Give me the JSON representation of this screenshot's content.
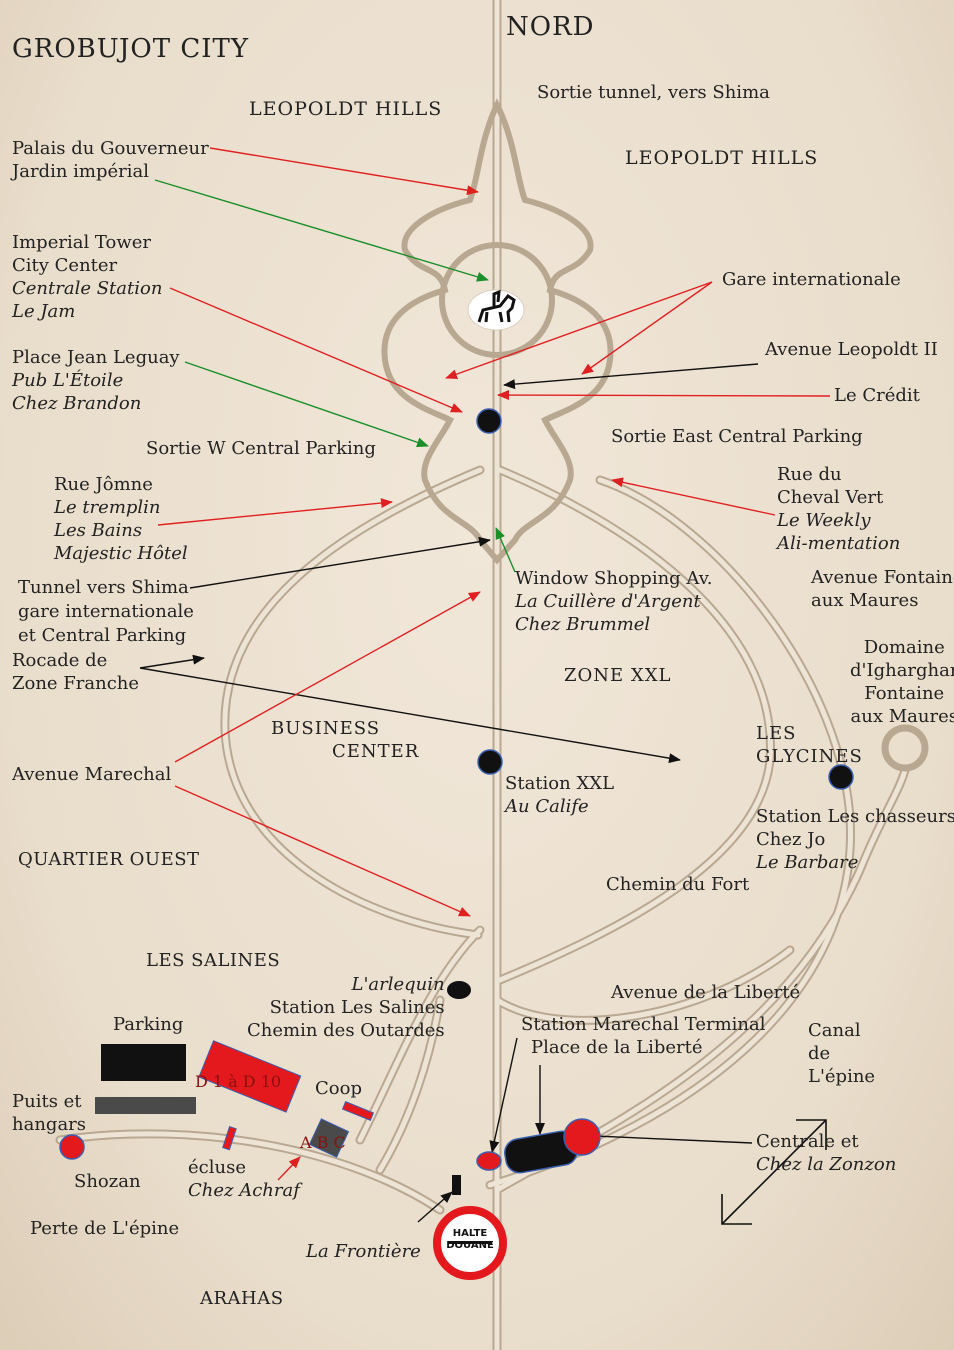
{
  "map": {
    "title": "GROBUJOT CITY",
    "compass": "NORD",
    "districts": {
      "leopoldt_w": "LEOPOLDT HILLS",
      "leopoldt_e": "LEOPOLDT HILLS",
      "business_1": "BUSINESS",
      "business_2": "CENTER",
      "zone_xxl": "ZONE XXL",
      "glycines_1": "LES",
      "glycines_2": "GLYCINES",
      "quartier_ouest": "QUARTIER OUEST",
      "les_salines": "LES SALINES",
      "arahas": "ARAHAS"
    },
    "labels": {
      "sortie_tunnel": "Sortie tunnel, vers Shima",
      "palais": [
        "Palais du Gouverneur",
        "Jardin impérial"
      ],
      "imperial": [
        "Imperial Tower",
        "City Center",
        "Centrale Station",
        "Le Jam"
      ],
      "place_leguay": [
        "Place Jean Leguay",
        "Pub L'Étoile",
        "Chez Brandon"
      ],
      "sortie_w": "Sortie W Central Parking",
      "sortie_e": "Sortie East Central Parking",
      "gare_int": "Gare internationale",
      "av_leopoldt": "Avenue Leopoldt II",
      "le_credit": "Le Crédit",
      "rue_jomne": [
        "Rue Jômne",
        "Le tremplin",
        "Les Bains",
        "Majestic Hôtel"
      ],
      "rue_cheval": [
        "Rue du",
        "Cheval Vert",
        "Le Weekly",
        "Ali-mentation"
      ],
      "tunnel_shima": [
        "Tunnel vers Shima",
        "gare internationale",
        "et Central Parking"
      ],
      "window_shopping": [
        "Window Shopping Av.",
        "La Cuillère d'Argent",
        "Chez Brummel"
      ],
      "av_fontaine": [
        "Avenue Fontaine",
        "aux Maures"
      ],
      "domaine": [
        "Domaine",
        "d'Igharghar",
        "Fontaine",
        "aux Maures"
      ],
      "rocade": [
        "Rocade de",
        "Zone Franche"
      ],
      "av_marechal": "Avenue Marechal",
      "station_xxl": [
        "Station  XXL",
        "Au Calife"
      ],
      "station_chasseurs": [
        "Station Les chasseurs",
        "Chez Jo",
        "Le Barbare"
      ],
      "chemin_fort": "Chemin du Fort",
      "station_salines": [
        "L'arlequin",
        "Station Les Salines",
        "Chemin des Outardes"
      ],
      "av_liberte": "Avenue de la Liberté",
      "station_marechal": [
        "Station Marechal Terminal",
        "Place de la Liberté"
      ],
      "canal": [
        "Canal",
        "de",
        "L'épine"
      ],
      "parking": "Parking",
      "coop": "Coop",
      "d1a10": "D 1 à D 10",
      "abc": "A B C",
      "puits": [
        "Puits et",
        "hangars"
      ],
      "shozan": "Shozan",
      "ecluse": [
        "écluse",
        "Chez Achraf"
      ],
      "centrale": [
        "Centrale et",
        "Chez la Zonzon"
      ],
      "perte": "Perte de L'épine",
      "frontiere": "La Frontière",
      "halte_sign": [
        "HALTE",
        "DOUANE"
      ]
    },
    "colors": {
      "road": "#b9a891",
      "red_arrow": "#e02020",
      "green_arrow": "#1a8f2a",
      "black_arrow": "#111111",
      "station": "#111111",
      "building_red": "#e3191e",
      "building_grey": "#4a4a4a"
    },
    "icons": [
      "equestrian-statue-icon",
      "compass-arrows-icon",
      "customs-stop-sign-icon"
    ]
  }
}
